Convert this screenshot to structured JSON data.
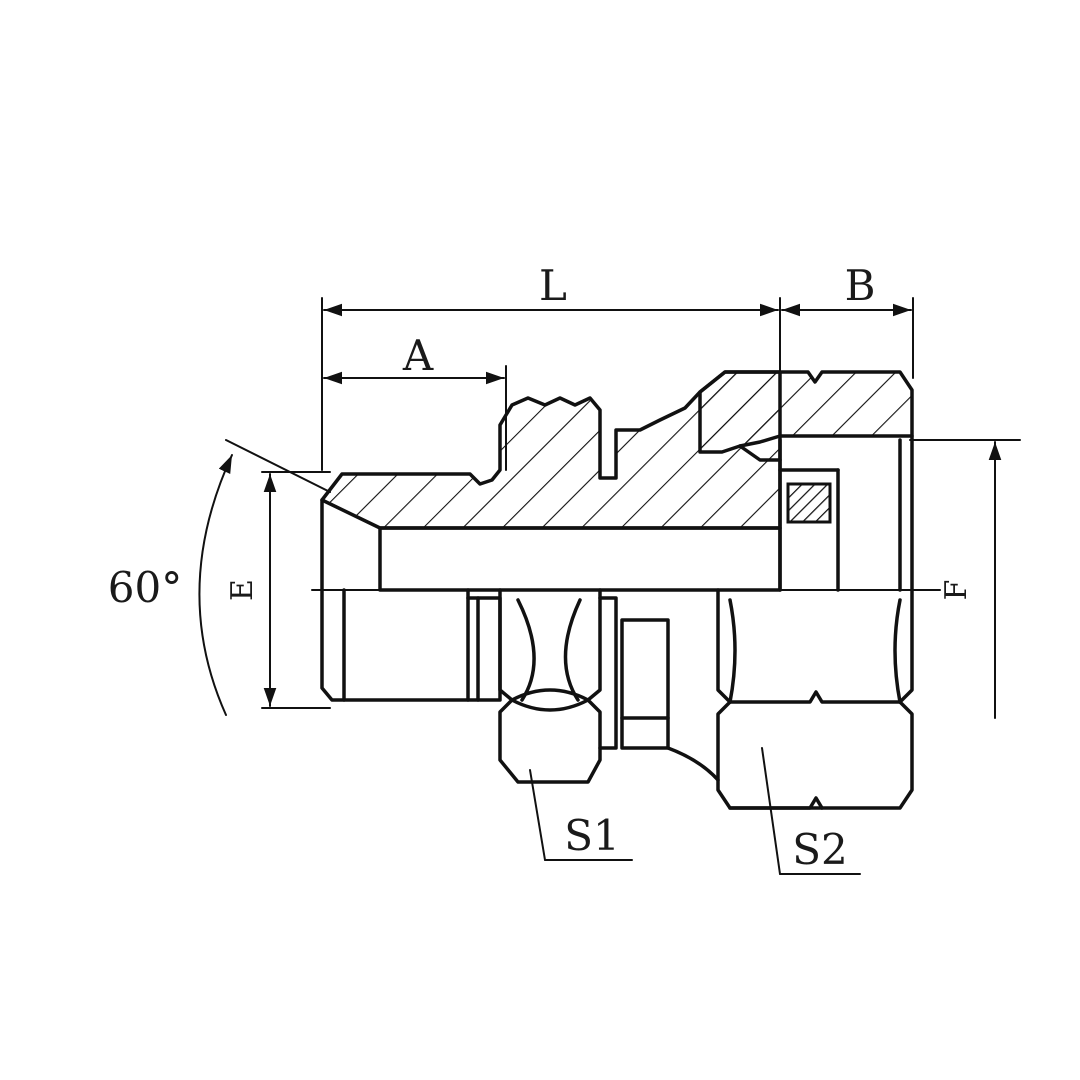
{
  "drawing": {
    "labels": {
      "L": "L",
      "B": "B",
      "A": "A",
      "angle": "60°",
      "E": "E",
      "F": "F",
      "S1": "S1",
      "S2": "S2"
    },
    "stroke_color": "#111111",
    "background_color": "#ffffff"
  }
}
